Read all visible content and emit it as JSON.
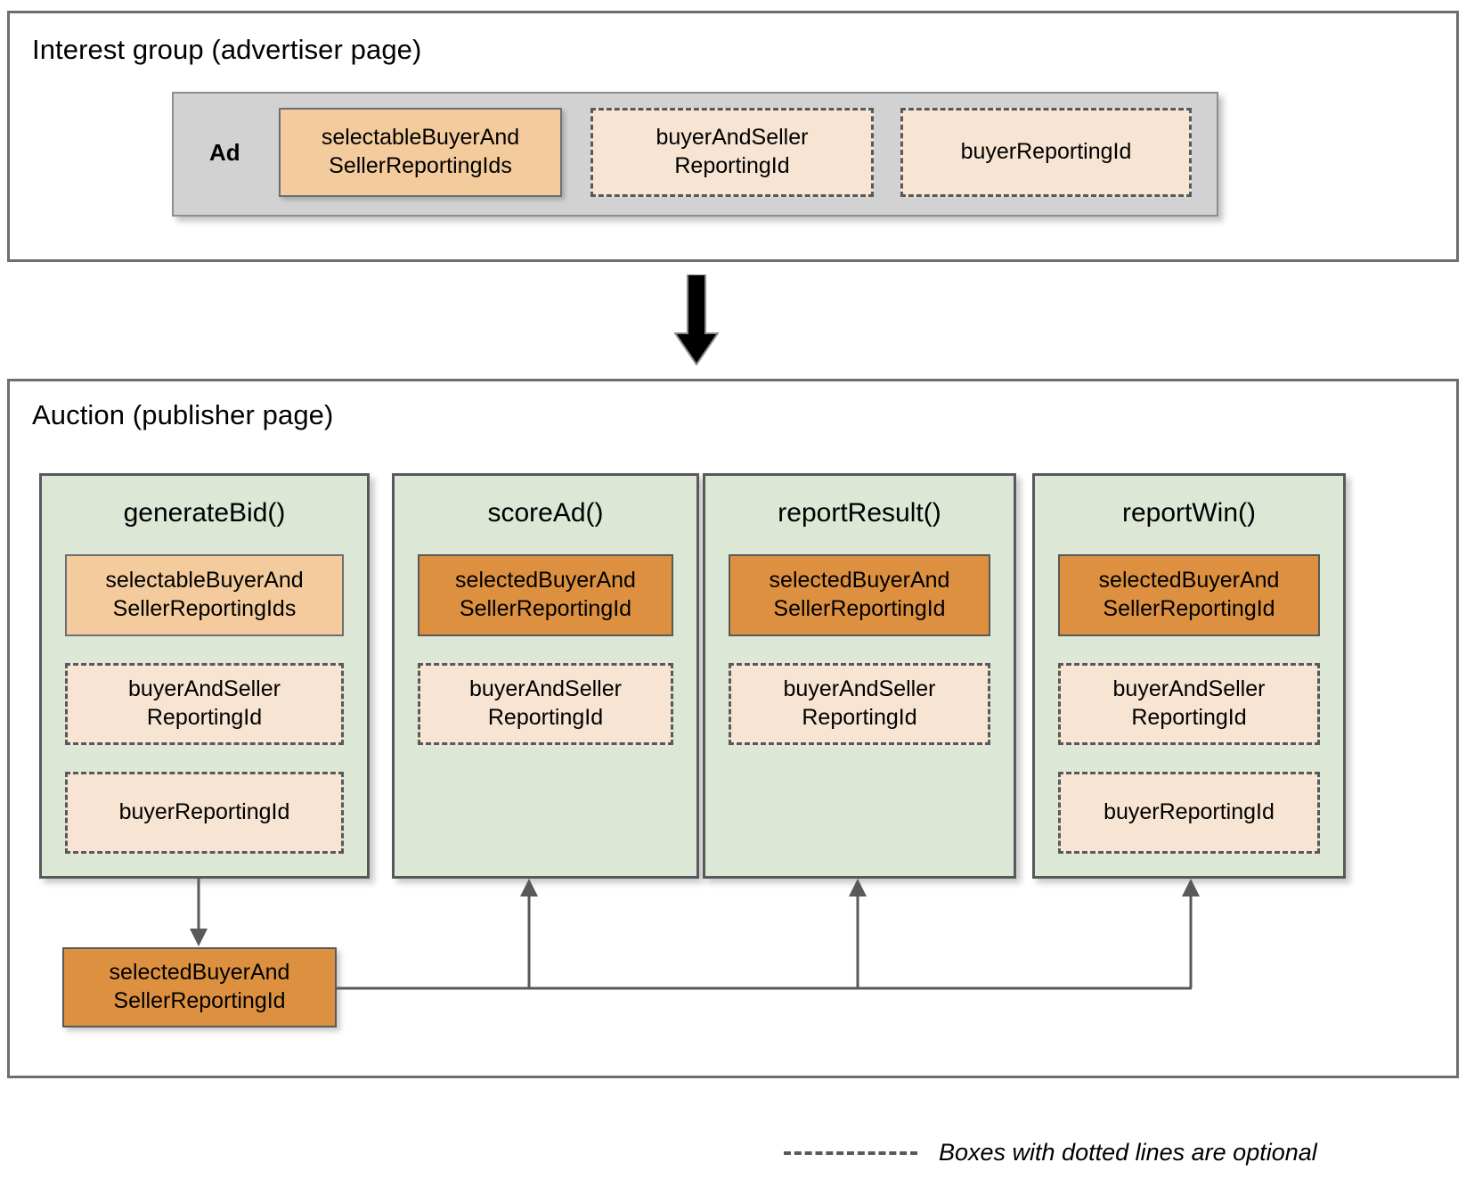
{
  "interest_group": {
    "title": "Interest group (advertiser page)",
    "ad_label": "Ad",
    "boxes": [
      {
        "label": "selectableBuyerAnd\nSellerReportingIds",
        "style": "solid-light"
      },
      {
        "label": "buyerAndSeller\nReportingId",
        "style": "dashed-cream"
      },
      {
        "label": "buyerReportingId",
        "style": "dashed-cream"
      }
    ]
  },
  "auction": {
    "title": "Auction (publisher page)",
    "columns": [
      {
        "title": "generateBid()",
        "boxes": [
          {
            "label": "selectableBuyerAnd\nSellerReportingIds",
            "style": "solid-light"
          },
          {
            "label": "buyerAndSeller\nReportingId",
            "style": "dashed"
          },
          {
            "label": "buyerReportingId",
            "style": "dashed"
          }
        ]
      },
      {
        "title": "scoreAd()",
        "boxes": [
          {
            "label": "selectedBuyerAnd\nSellerReportingId",
            "style": "solid-dark"
          },
          {
            "label": "buyerAndSeller\nReportingId",
            "style": "dashed"
          }
        ]
      },
      {
        "title": "reportResult()",
        "boxes": [
          {
            "label": "selectedBuyerAnd\nSellerReportingId",
            "style": "solid-dark"
          },
          {
            "label": "buyerAndSeller\nReportingId",
            "style": "dashed"
          }
        ]
      },
      {
        "title": "reportWin()",
        "boxes": [
          {
            "label": "selectedBuyerAnd\nSellerReportingId",
            "style": "solid-dark"
          },
          {
            "label": "buyerAndSeller\nReportingId",
            "style": "dashed"
          },
          {
            "label": "buyerReportingId",
            "style": "dashed"
          }
        ]
      }
    ],
    "result_box": {
      "label": "selectedBuyerAnd\nSellerReportingId",
      "style": "solid-dark"
    }
  },
  "legend": {
    "text": "Boxes with dotted lines are optional"
  },
  "colors": {
    "solid_light_orange": "#f4cb9c",
    "solid_dark_orange": "#dd9140",
    "dashed_cream": "#f7e4d2",
    "column_green": "#dce7d5",
    "ad_gray": "#d2d2d2",
    "border_gray": "#58595b",
    "frame_border": "#6b6f72",
    "arrow_black": "#000000"
  }
}
